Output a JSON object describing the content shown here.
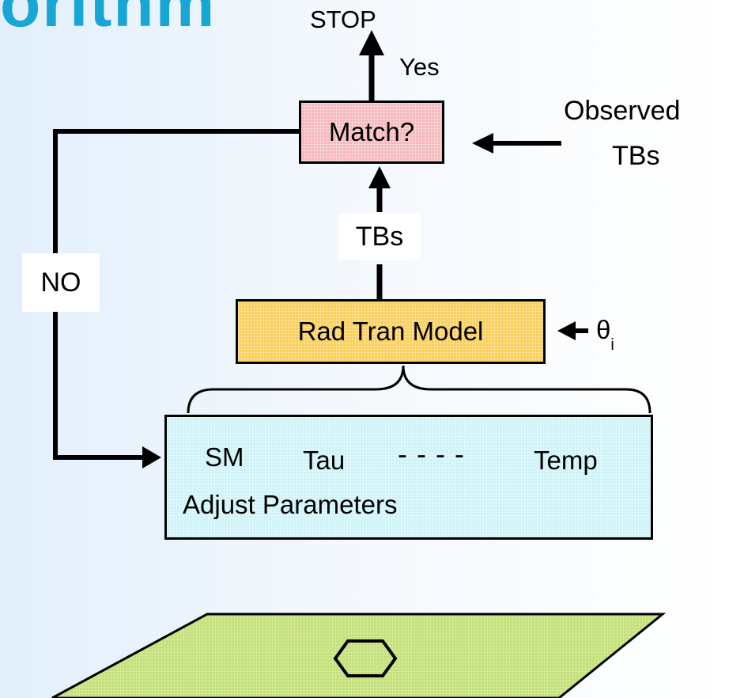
{
  "title_fragment": "orithm",
  "nodes": {
    "stop": "STOP",
    "yes": "Yes",
    "match": "Match?",
    "observed_line1": "Observed",
    "observed_line2": "TBs",
    "tbs": "TBs",
    "no": "NO",
    "rad_tran_model": "Rad Tran Model",
    "theta": "θ",
    "theta_sub": "i",
    "param_sm": "SM",
    "param_tau": "Tau",
    "param_dashes": "- - - -",
    "param_temp": "Temp",
    "adjust_parameters": "Adjust Parameters"
  },
  "colors": {
    "match_fill": "#f5b8be",
    "model_fill": "#f9cf5a",
    "params_fill": "#cdf3f8",
    "surface_fill": "#c3e07a",
    "title_color": "#18a7d4"
  }
}
